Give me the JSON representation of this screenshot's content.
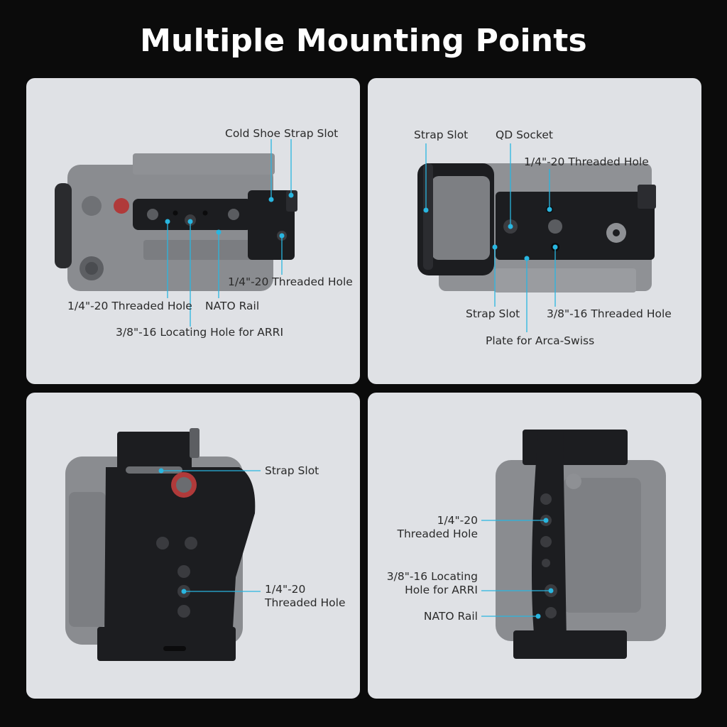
{
  "page": {
    "title": "Multiple Mounting Points"
  },
  "panels": {
    "top_left": {
      "cold_shoe": "Cold Shoe",
      "strap_slot": "Strap Slot",
      "threaded_hole_right": "1/4\"-20 Threaded Hole",
      "threaded_hole_left": "1/4\"-20 Threaded Hole",
      "nato_rail": "NATO Rail",
      "locating_hole": "3/8\"-16 Locating Hole for ARRI"
    },
    "top_right": {
      "strap_slot_top": "Strap Slot",
      "qd_socket": "QD Socket",
      "threaded_hole": "1/4\"-20 Threaded Hole",
      "strap_slot_bottom": "Strap Slot",
      "threaded_hole_38": "3/8\"-16 Threaded Hole",
      "plate_arca": "Plate for Arca-Swiss"
    },
    "bottom_left": {
      "strap_slot": "Strap Slot",
      "threaded_line1": "1/4\"-20",
      "threaded_line2": "Threaded Hole"
    },
    "bottom_right": {
      "threaded_line1": "1/4\"-20",
      "threaded_line2": "Threaded Hole",
      "locating_line1": "3/8\"-16 Locating",
      "locating_line2": "Hole for ARRI",
      "nato_rail": "NATO Rail"
    }
  },
  "colors": {
    "page_bg": "#0b0b0b",
    "panel_bg": "#dfe1e5",
    "callout": "#29b6e0",
    "camera_gray": "#8a8c90",
    "cage_black": "#1c1d20"
  }
}
